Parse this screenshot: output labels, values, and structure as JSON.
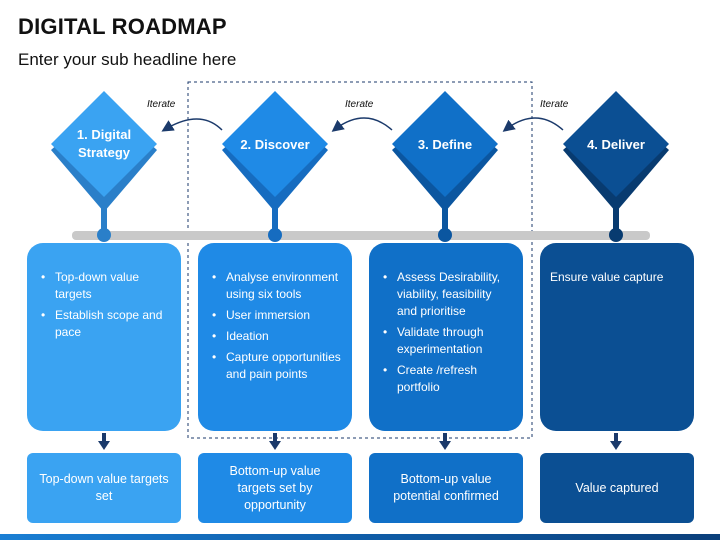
{
  "page": {
    "title": "DIGITAL ROADMAP",
    "subtitle": "Enter your sub headline here"
  },
  "iterate_labels": [
    "Iterate",
    "Iterate",
    "Iterate"
  ],
  "stages": [
    {
      "label_line1": "1. Digital",
      "label_line2": "Strategy",
      "color": "#3aa3f2",
      "bullets": [
        "Top-down value targets",
        "Establish scope and pace"
      ],
      "outcome": "Top-down value targets set"
    },
    {
      "label_line1": "2. Discover",
      "label_line2": "",
      "color": "#1f8ae6",
      "bullets": [
        "Analyse environment using six tools",
        "User immersion",
        "Ideation",
        "Capture opportunities and pain points"
      ],
      "outcome": "Bottom-up value targets set by opportunity"
    },
    {
      "label_line1": "3. Define",
      "label_line2": "",
      "color": "#1070c8",
      "bullets": [
        "Assess Desirability, viability, feasibility and prioritise",
        "Validate through experimentation",
        "Create /refresh portfolio"
      ],
      "outcome": "Bottom-up value potential confirmed"
    },
    {
      "label_line1": "4. Deliver",
      "label_line2": "",
      "color": "#0b4f93",
      "bullets": [
        "Ensure value capture"
      ],
      "outcome": "Value captured"
    }
  ],
  "colors": {
    "stage1": "#3aa3f2",
    "stage2": "#1f8ae6",
    "stage3": "#1070c8",
    "stage4": "#0b4f93",
    "connector": "#c9c9c9",
    "arrow": "#1b3a6b"
  }
}
